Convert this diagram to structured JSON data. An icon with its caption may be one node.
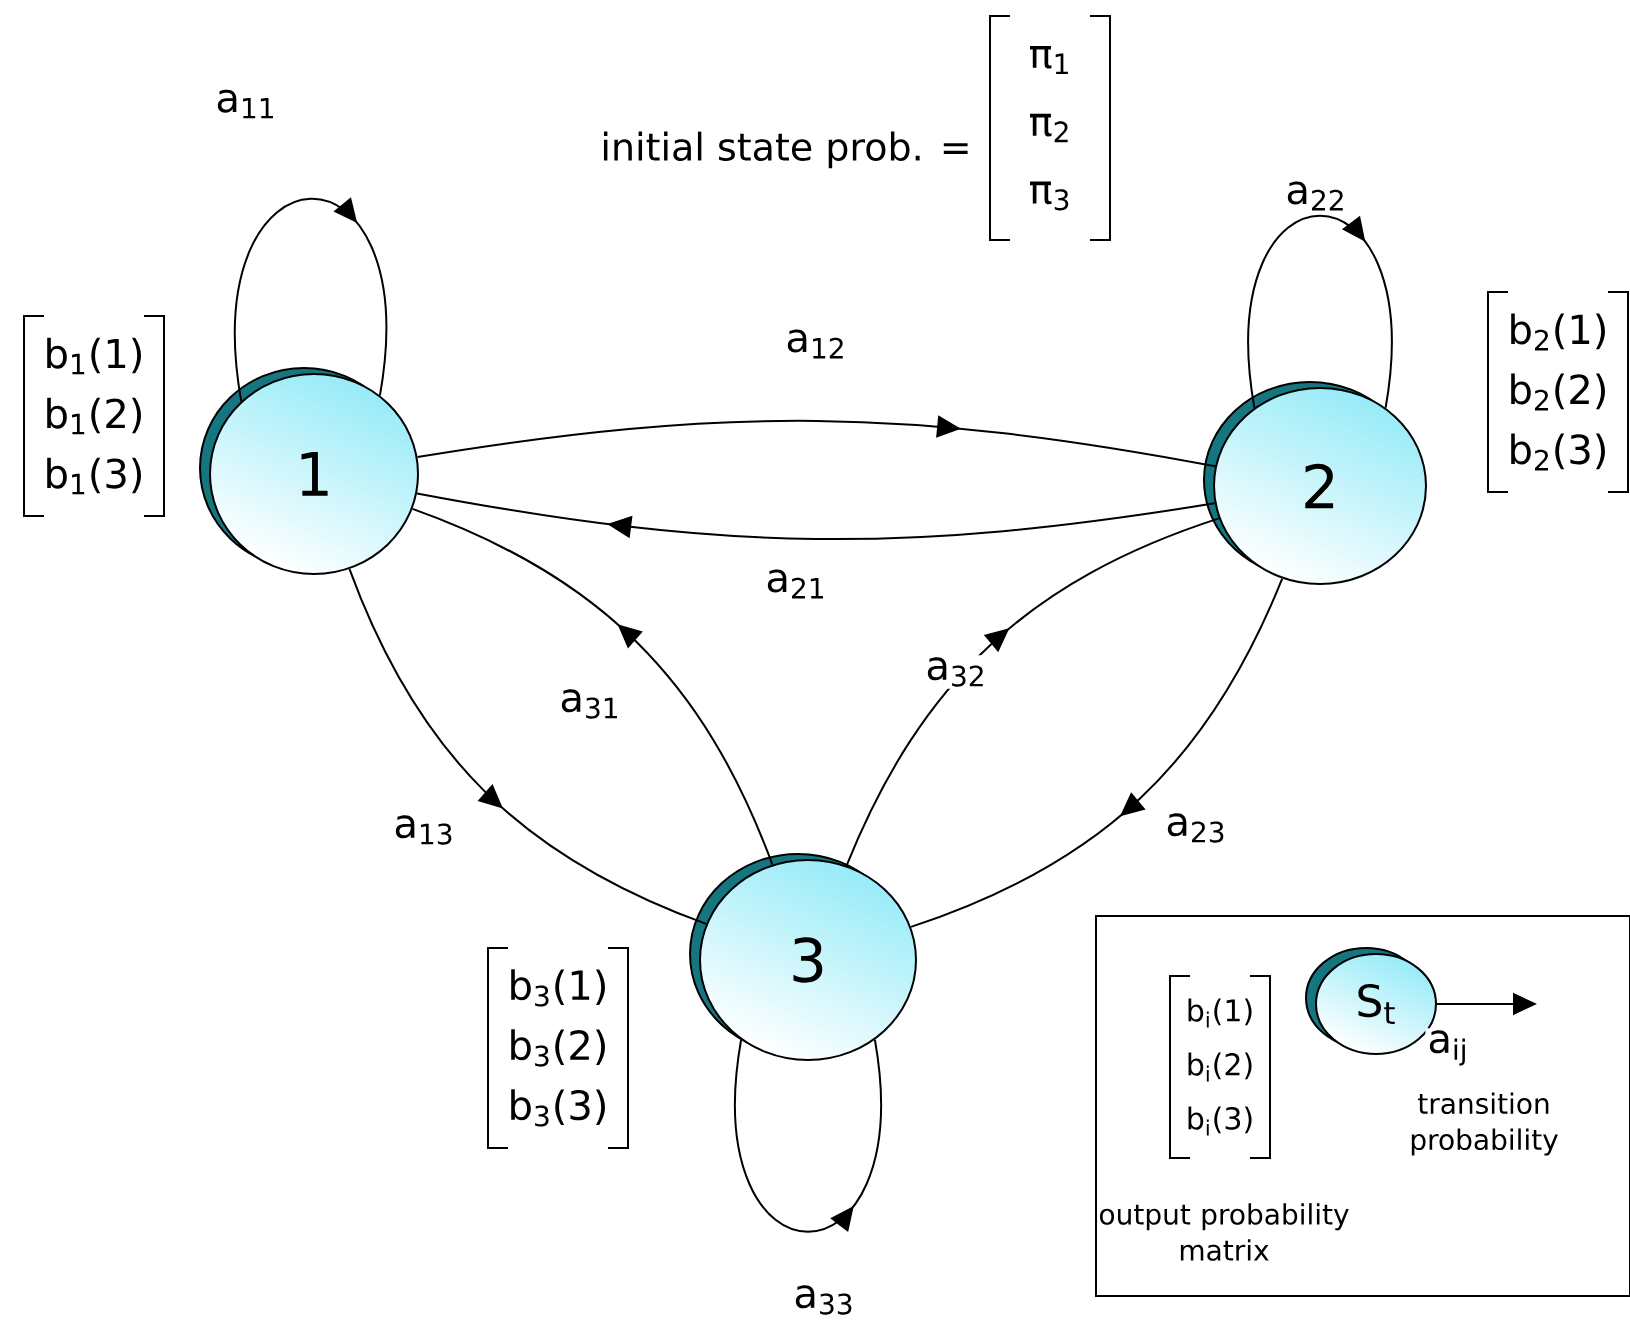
{
  "diagram": {
    "nodes": [
      {
        "text": [
          "1"
        ],
        "beside": [
          "b$_{1}$(1)",
          "b$_{1}$(2)",
          "b$_{1}$(3)"
        ]
      },
      {
        "text": [
          "2"
        ],
        "beside": [
          "b$_{2}$(1)",
          "b$_{2}$(2)",
          "b$_{2}$(3)"
        ]
      },
      {
        "text": [
          "3"
        ],
        "beside": [
          "b$_{3}$(1)",
          "b$_{3}$(2)",
          "b$_{3}$(3)"
        ]
      },
      {
        "text": [],
        "shape": "box"
      },
      {
        "text": [
          "S$_{t}$"
        ],
        "in": 3
      }
    ],
    "edges": [
      {
        "from": 0,
        "to": 0,
        "arrow": "to",
        "label": "a$_{11}$"
      },
      {
        "from": 0,
        "to": 1,
        "arrow": "to",
        "label": "a$_{12}$"
      },
      {
        "from": 1,
        "to": 0,
        "arrow": "to",
        "label": "a$_{21}$"
      },
      {
        "from": 2,
        "to": 0,
        "arrow": "to",
        "label": "a$_{31}$"
      },
      {
        "from": 0,
        "to": 2,
        "arrow": "to",
        "label": "a$_{13}$"
      },
      {
        "from": 1,
        "to": 1,
        "arrow": "to",
        "label": "a$_{22}$"
      },
      {
        "from": 2,
        "to": 1,
        "arrow": "to",
        "label": "a$_{32}$"
      },
      {
        "from": 1,
        "to": 2,
        "arrow": "to",
        "label": "a$_{23}$"
      },
      {
        "from": 2,
        "to": 2,
        "arrow": "to",
        "label": "a$_{33}$"
      },
      {
        "from": 4,
        "to": null,
        "arrow": "to",
        "label": "a$_{ij}$"
      }
    ],
    "labels": [
      "initial state prob. =",
      "π$_{1}$",
      "π$_{2}$",
      "π$_{3}$",
      "b$_{i}$(1)",
      "b$_{i}$(2)",
      "b$_{i}$(3)",
      "transition probability",
      "output probability matrix"
    ]
  }
}
